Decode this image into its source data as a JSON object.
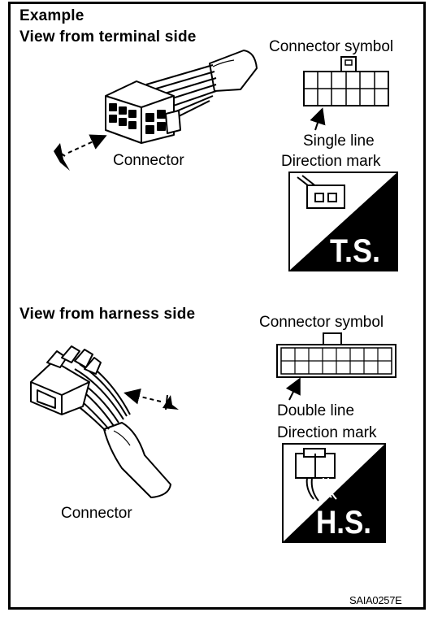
{
  "title": "Example",
  "top_section": {
    "heading": "View from terminal side",
    "connector_label": "Connector",
    "symbol_label": "Connector symbol",
    "line_label": "Single line",
    "direction_label": "Direction mark",
    "badge_text": "T.S."
  },
  "bottom_section": {
    "heading": "View from harness side",
    "connector_label": "Connector",
    "symbol_label": "Connector symbol",
    "line_label": "Double line",
    "direction_label": "Direction mark",
    "badge_text": "H.S."
  },
  "figure_code": "SAIA0257E"
}
